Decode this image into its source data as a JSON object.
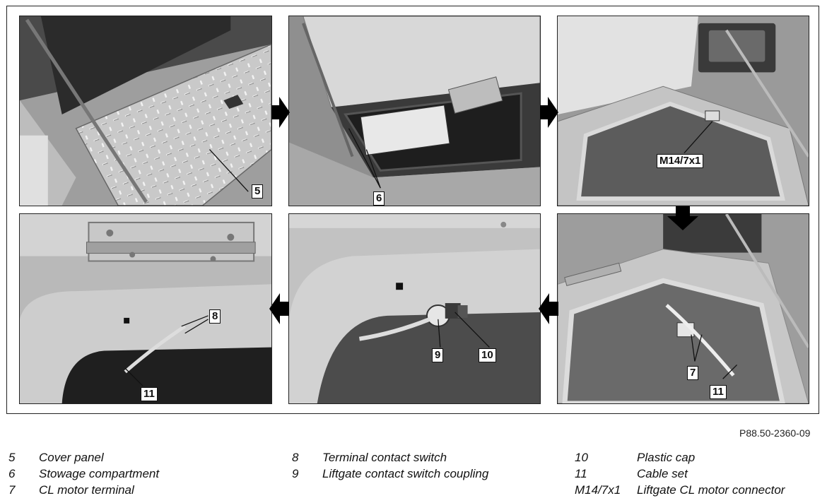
{
  "document_ref": "P88.50-2360-09",
  "callouts": {
    "p1": "5",
    "p2": "6",
    "p3": "M14/7x1",
    "p4": "8",
    "p4b": "11",
    "p5a": "9",
    "p5b": "10",
    "p6a": "7",
    "p6b": "11"
  },
  "legend": {
    "col1": [
      {
        "num": "5",
        "text": "Cover panel"
      },
      {
        "num": "6",
        "text": "Stowage compartment"
      },
      {
        "num": "7",
        "text": "CL motor terminal"
      }
    ],
    "col2": [
      {
        "num": "8",
        "text": "Terminal contact switch"
      },
      {
        "num": "9",
        "text": "Liftgate contact switch coupling"
      }
    ],
    "col3": [
      {
        "num": "10",
        "text": "Plastic cap"
      },
      {
        "num": "11",
        "text": "Cable set"
      },
      {
        "num": "M14/7x1",
        "text": "Liftgate CL motor connector"
      }
    ]
  }
}
